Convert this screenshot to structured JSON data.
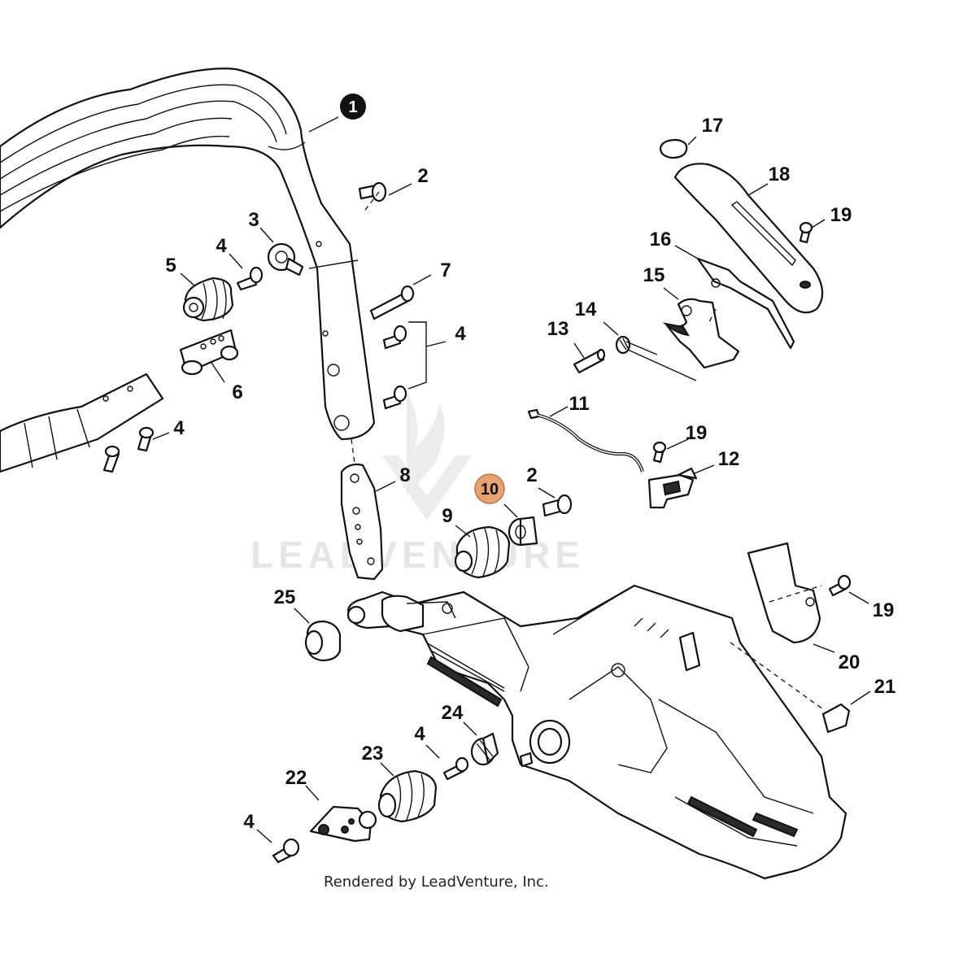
{
  "diagram": {
    "watermark_text": "LEADVENTURE",
    "footer_text": "Rendered by LeadVenture, Inc.",
    "highlight_color": "#e6a36f",
    "callouts": {
      "c1": "1",
      "c2a": "2",
      "c2b": "2",
      "c3": "3",
      "c4a": "4",
      "c4b": "4",
      "c4c": "4",
      "c4d": "4",
      "c4e": "4",
      "c5": "5",
      "c6": "6",
      "c7": "7",
      "c8": "8",
      "c9": "9",
      "c10": "10",
      "c11": "11",
      "c12": "12",
      "c13": "13",
      "c14": "14",
      "c15": "15",
      "c16": "16",
      "c17": "17",
      "c18": "18",
      "c19a": "19",
      "c19b": "19",
      "c19c": "19",
      "c20": "20",
      "c21": "21",
      "c22": "22",
      "c23": "23",
      "c24": "24",
      "c25": "25"
    }
  }
}
